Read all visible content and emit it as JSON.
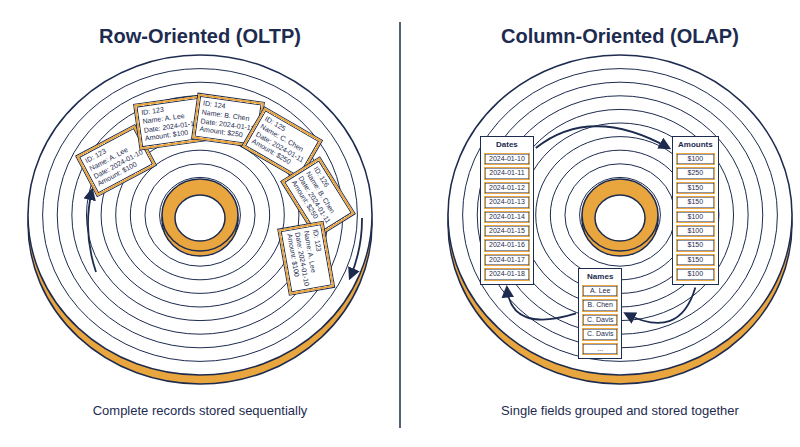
{
  "diagram": {
    "nodes": [
      {
        "text": [
          "ID: 123",
          "Name: A. Lee",
          "Date: 2024-01-10",
          "Amount: $100"
        ]
      },
      {
        "text": [
          "ID: 123",
          "Name: A. Lee",
          "Date: 2024-01-10",
          "Amount: $100"
        ]
      },
      {
        "text": [
          "ID: 124",
          "Name: B. Chen",
          "Date: 2024-01-11",
          "Amount: $250"
        ]
      },
      {
        "text": [
          "ID: 125",
          "Name: C. Chen",
          "Date: 2024-01-11",
          "Amount: $250"
        ]
      },
      {
        "text": [
          "ID: 126",
          "Name: B. Chen",
          "Date: 2024-01-11",
          "Amount: $250"
        ]
      },
      {
        "text": [
          "ID: 123",
          "Name: A. Lee",
          "Date: 2024-01-10",
          "Amount: $100"
        ]
      },
      {
        "text": [
          "Dates"
        ]
      },
      {
        "text": [
          "2024-01-10"
        ],
        "in": 6
      },
      {
        "text": [
          "2024-01-11"
        ],
        "in": 6
      },
      {
        "text": [
          "2024-01-12"
        ],
        "in": 6
      },
      {
        "text": [
          "2024-01-13"
        ],
        "in": 6
      },
      {
        "text": [
          "2024-01-14"
        ],
        "in": 6
      },
      {
        "text": [
          "2024-01-15"
        ],
        "in": 6
      },
      {
        "text": [
          "2024-01-16"
        ],
        "in": 6
      },
      {
        "text": [
          "2024-01-17"
        ],
        "in": 6
      },
      {
        "text": [
          "2024-01-18"
        ],
        "in": 6
      },
      {
        "text": [
          "Amounts"
        ]
      },
      {
        "text": [
          "$100"
        ],
        "in": 16
      },
      {
        "text": [
          "$250"
        ],
        "in": 16
      },
      {
        "text": [
          "$150"
        ],
        "in": 16
      },
      {
        "text": [
          "$150"
        ],
        "in": 16
      },
      {
        "text": [
          "$100"
        ],
        "in": 16
      },
      {
        "text": [
          "$100"
        ],
        "in": 16
      },
      {
        "text": [
          "$150"
        ],
        "in": 16
      },
      {
        "text": [
          "$150"
        ],
        "in": 16
      },
      {
        "text": [
          "$100"
        ],
        "in": 16
      },
      {
        "text": [
          "Names"
        ]
      },
      {
        "text": [
          "A. Lee"
        ],
        "in": 26
      },
      {
        "text": [
          "B. Chen"
        ],
        "in": 26
      },
      {
        "text": [
          "C. Davis"
        ],
        "in": 26
      },
      {
        "text": [
          "C. Davis"
        ],
        "in": 26
      },
      {
        "text": [
          "..."
        ],
        "in": 26
      }
    ],
    "edges": [
      {
        "from": 6,
        "to": 16,
        "arrow": "to"
      },
      {
        "from": 16,
        "to": 26,
        "arrow": "to"
      },
      {
        "from": 26,
        "to": 6,
        "arrow": "to"
      }
    ],
    "labels": [
      "Row-Oriented (OLTP)",
      "Complete records stored sequentially",
      "Column-Oriented (OLAP)",
      "Single fields grouped and stored together"
    ]
  }
}
